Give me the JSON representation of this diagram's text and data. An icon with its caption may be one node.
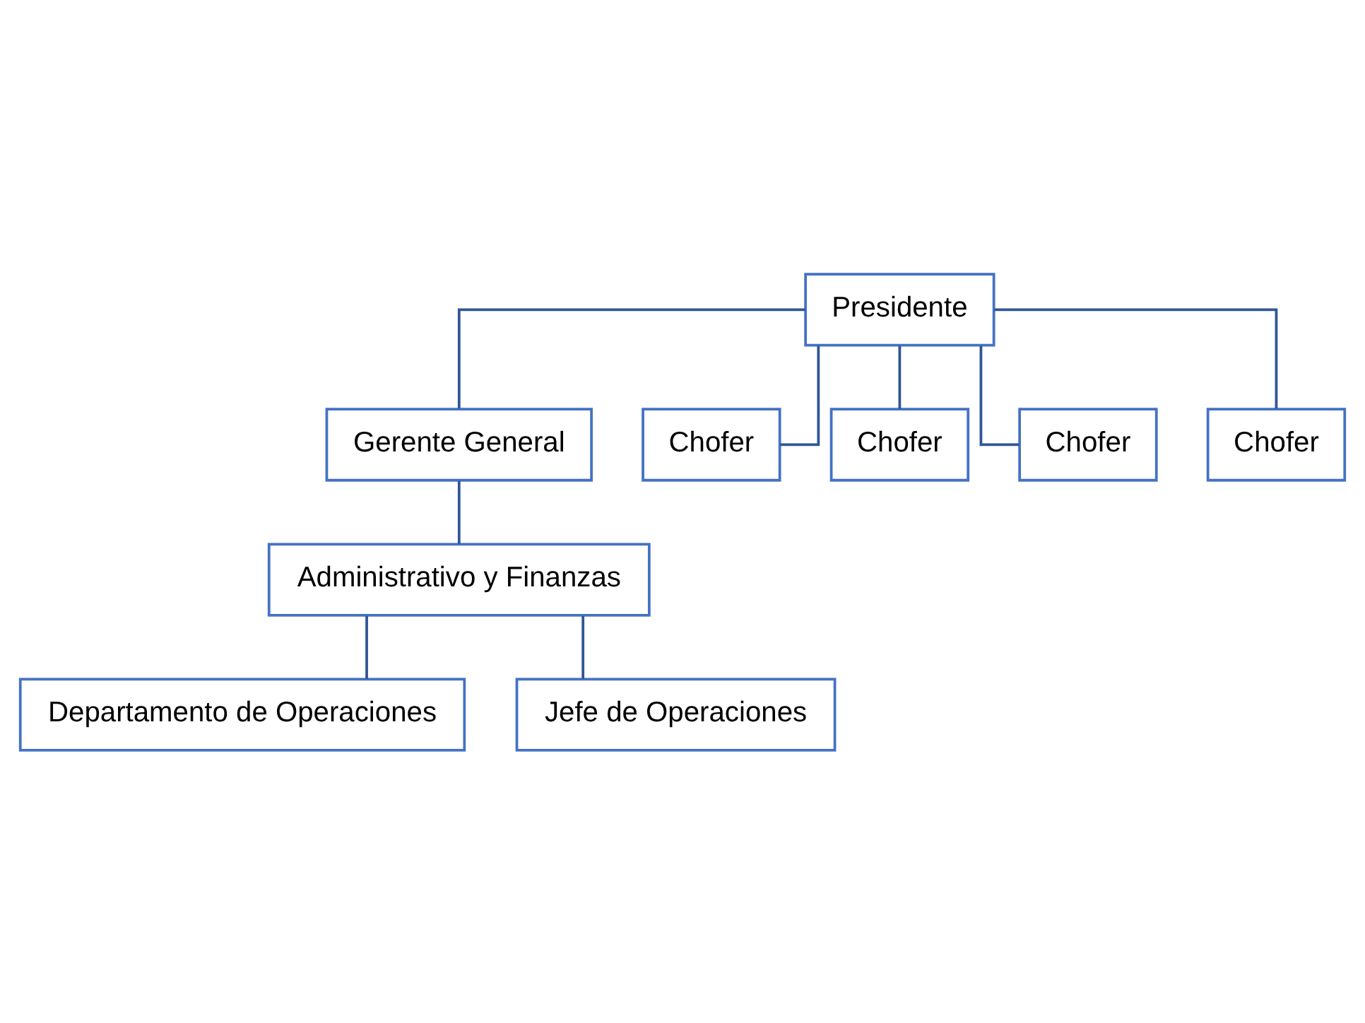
{
  "diagram": {
    "nodes": [
      {
        "text": [
          "Presidente"
        ]
      },
      {
        "text": [
          "Gerente General"
        ]
      },
      {
        "text": [
          "Administrativo y Finanzas"
        ]
      },
      {
        "text": [
          "Departamento de Operaciones"
        ]
      },
      {
        "text": [
          "Jefe de Operaciones"
        ]
      },
      {
        "text": [
          "Chofer"
        ]
      },
      {
        "text": [
          "Chofer"
        ]
      },
      {
        "text": [
          "Chofer"
        ]
      },
      {
        "text": [
          "Chofer"
        ]
      }
    ],
    "edges": [
      {
        "from": 0,
        "to": 1,
        "arrow": "none"
      },
      {
        "from": 1,
        "to": 2,
        "arrow": "none"
      },
      {
        "from": 2,
        "to": 3,
        "arrow": "none"
      },
      {
        "from": 2,
        "to": 4,
        "arrow": "none"
      },
      {
        "from": 0,
        "to": 5,
        "arrow": "none"
      },
      {
        "from": 0,
        "to": 6,
        "arrow": "none"
      },
      {
        "from": 0,
        "to": 7,
        "arrow": "none"
      },
      {
        "from": 0,
        "to": 8,
        "arrow": "none"
      }
    ]
  }
}
